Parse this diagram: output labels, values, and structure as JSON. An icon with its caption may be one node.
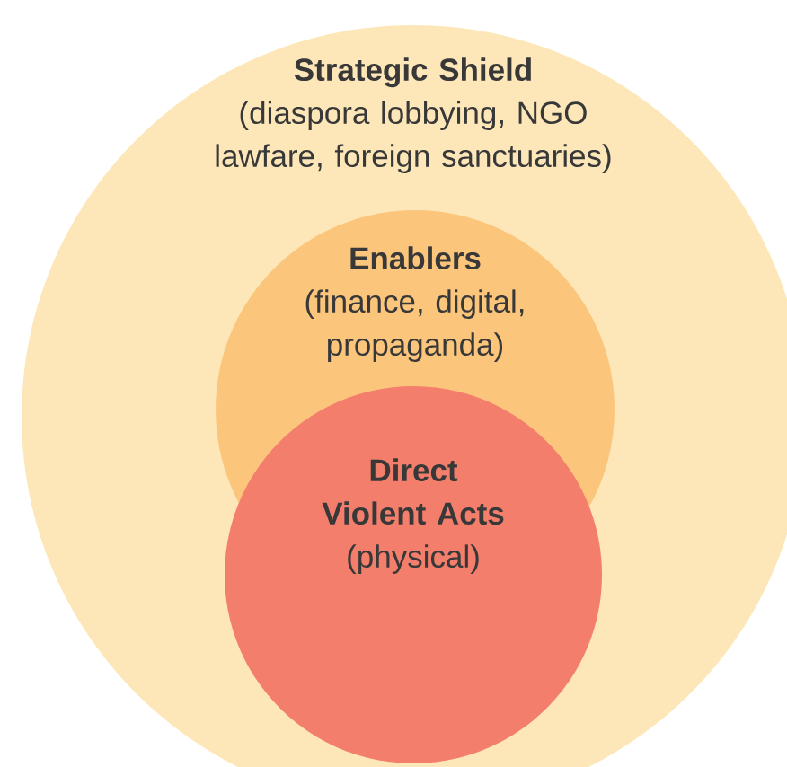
{
  "diagram": {
    "nodes": [
      {
        "text": [
          "Strategic Shield",
          "(diaspora lobbying, NGO lawfare, foreign sanctuaries)"
        ]
      },
      {
        "text": [
          "Enablers",
          "(finance, digital, propaganda)"
        ],
        "in": 0
      },
      {
        "text": [
          "Direct Violent Acts",
          "(physical)"
        ],
        "in": 0
      }
    ]
  }
}
